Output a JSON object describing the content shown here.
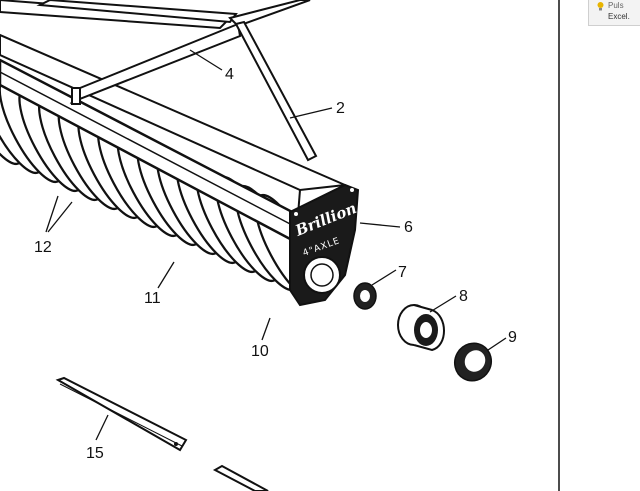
{
  "callouts": {
    "c2": "2",
    "c4": "4",
    "c6": "6",
    "c7": "7",
    "c8": "8",
    "c9": "9",
    "c10": "10",
    "c11": "11",
    "c12": "12",
    "c15": "15"
  },
  "end_plate": {
    "brand": "Brillion",
    "axle_label": "4\"AXLE"
  },
  "toast": {
    "line1": "Puls",
    "line2": "Excel.",
    "icon": "lightbulb-icon"
  },
  "colors": {
    "ink": "#111111",
    "paper": "#ffffff",
    "toast_bg": "#f3f3f3",
    "toast_icon": "#e8b400"
  }
}
